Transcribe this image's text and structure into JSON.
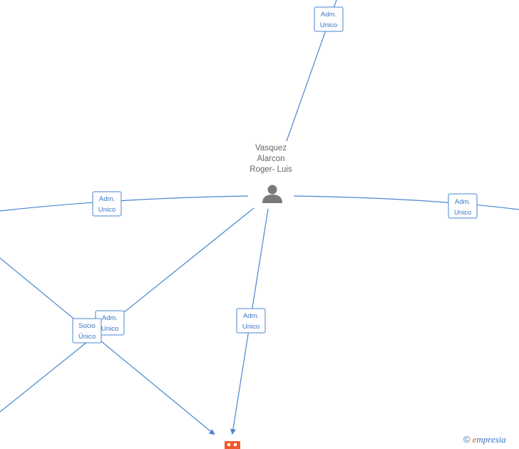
{
  "person": {
    "name_lines": [
      "Vasquez",
      "Alarcon",
      "Roger- Luis"
    ],
    "icon": "person-icon"
  },
  "edge_labels": {
    "top": [
      "Adm.",
      "Unico"
    ],
    "left": [
      "Adm.",
      "Unico"
    ],
    "right": [
      "Adm.",
      "Unico"
    ],
    "center": [
      "Adm.",
      "Unico"
    ],
    "bottom_left_adm": [
      "Adm.",
      "Unico"
    ],
    "bottom_left_socio": [
      "Socio",
      "Único"
    ]
  },
  "company": {
    "icon": "company-building-icon",
    "color": "#f0592a"
  },
  "brand": {
    "copyright": "©",
    "first_letter": "e",
    "rest": "mpresia"
  },
  "colors": {
    "edge": "#4a86d0",
    "label_text": "#3a74c4",
    "name_text": "#666666"
  }
}
